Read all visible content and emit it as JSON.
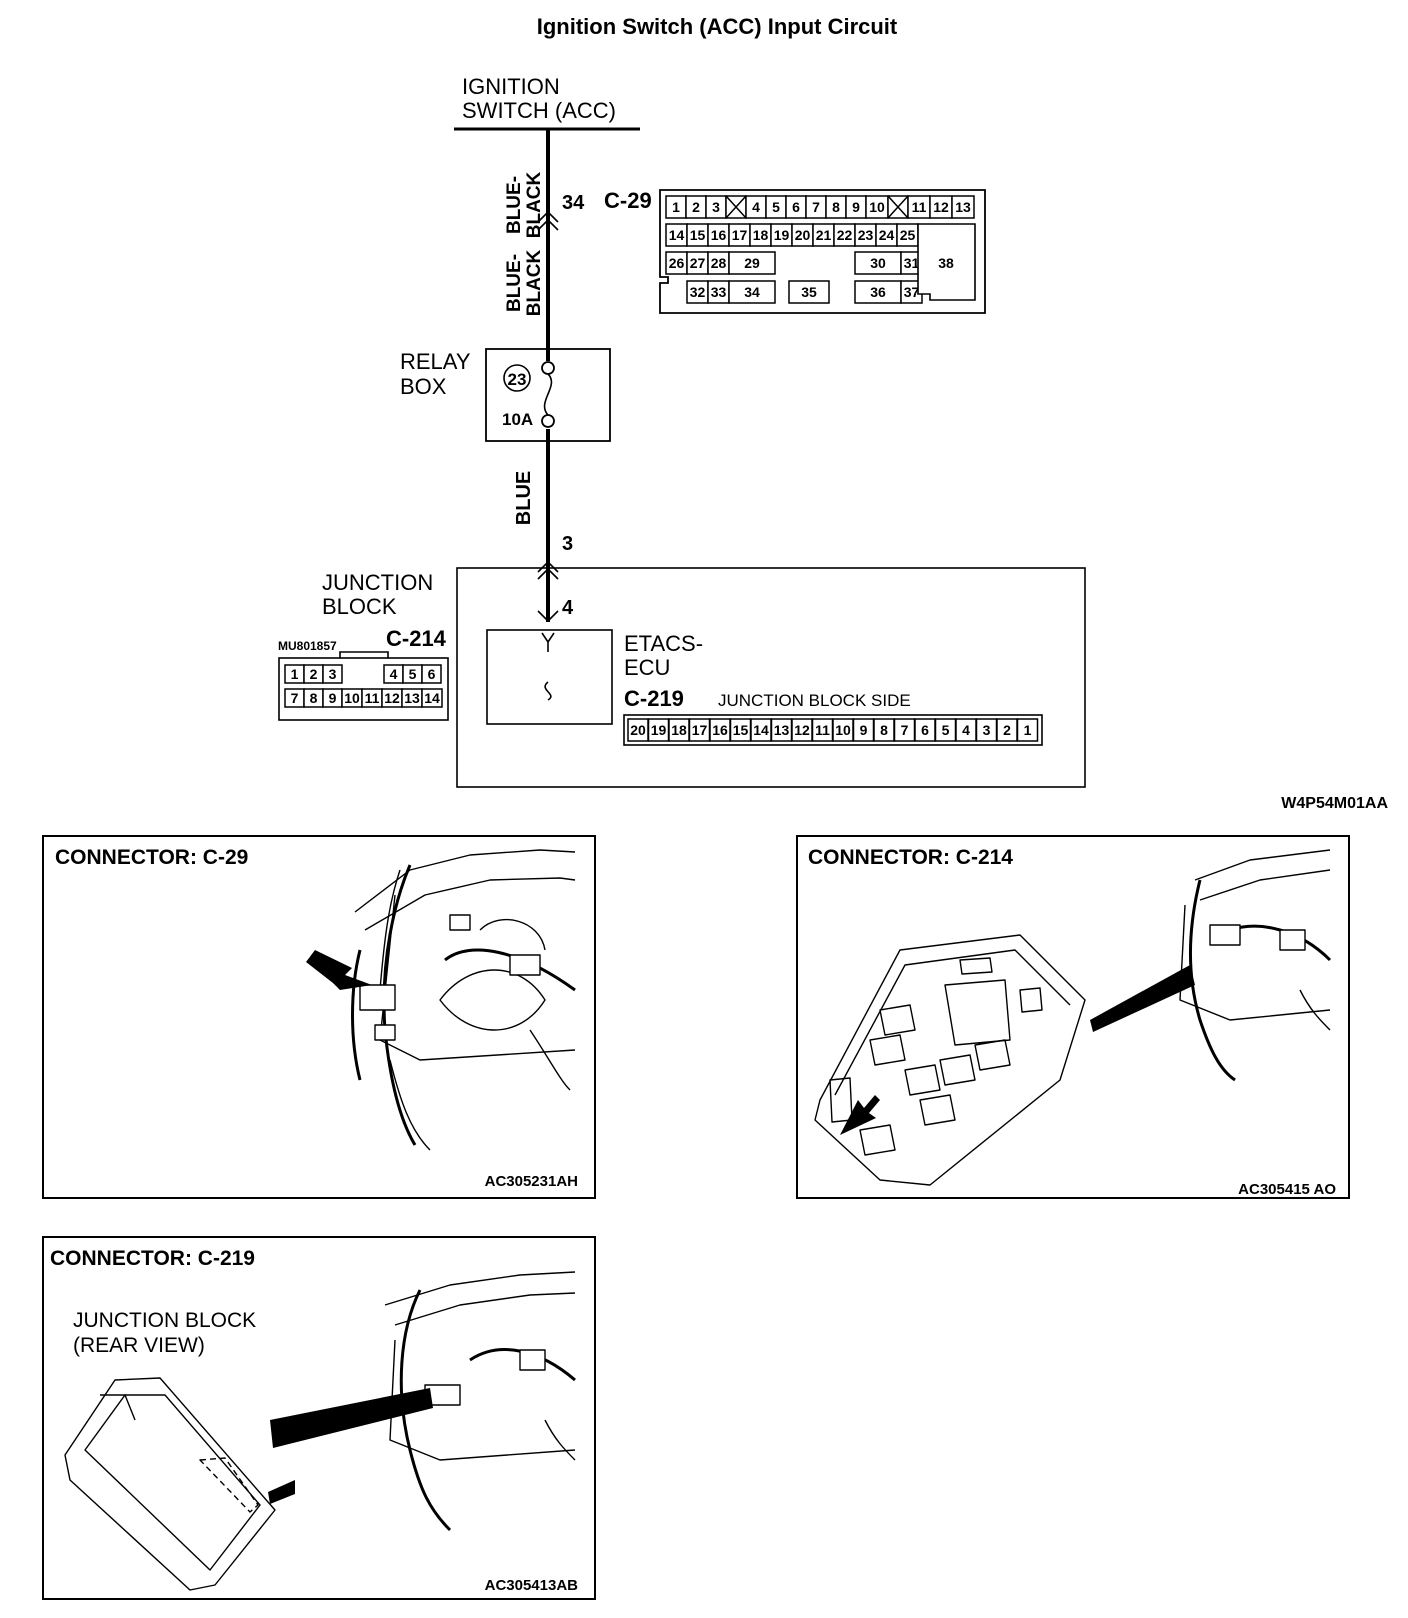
{
  "title": "Ignition Switch (ACC) Input Circuit",
  "ignition_switch": {
    "line1": "IGNITION",
    "line2": "SWITCH (ACC)"
  },
  "wires": {
    "upper1": "BLUE-\nBLACK",
    "upper2": "BLUE-\nBLACK",
    "lower": "BLUE"
  },
  "pins": {
    "c29_pin": "34",
    "jb_in_pin": "3",
    "jb_out_pin": "4"
  },
  "relay_box": {
    "line1": "RELAY",
    "line2": "BOX",
    "fuse_number": "23",
    "fuse_rating": "10A"
  },
  "connector_c29": {
    "id": "C-29",
    "row1": [
      "1",
      "2",
      "3",
      "X",
      "4",
      "5",
      "6",
      "7",
      "8",
      "9",
      "10",
      "X",
      "11",
      "12",
      "13"
    ],
    "row2": [
      "14",
      "15",
      "16",
      "17",
      "18",
      "19",
      "20",
      "21",
      "22",
      "23",
      "24",
      "25"
    ],
    "row3": [
      "26",
      "27",
      "28",
      "29",
      "30",
      "31"
    ],
    "row4": [
      "32",
      "33",
      "34",
      "35",
      "36",
      "37"
    ],
    "big_cell": "38"
  },
  "junction_block": {
    "line1": "JUNCTION",
    "line2": "BLOCK"
  },
  "connector_c214": {
    "id": "C-214",
    "part_no": "MU801857",
    "row1": [
      "1",
      "2",
      "3",
      "4",
      "5",
      "6"
    ],
    "row2": [
      "7",
      "8",
      "9",
      "10",
      "11",
      "12",
      "13",
      "14"
    ]
  },
  "etacs_ecu": {
    "line1": "ETACS-",
    "line2": "ECU",
    "connector_id": "C-219",
    "side_label": "JUNCTION BLOCK SIDE",
    "pins": [
      "20",
      "19",
      "18",
      "17",
      "16",
      "15",
      "14",
      "13",
      "12",
      "11",
      "10",
      "9",
      "8",
      "7",
      "6",
      "5",
      "4",
      "3",
      "2",
      "1"
    ]
  },
  "diagram_code": "W4P54M01AA",
  "panels": [
    {
      "title": "CONNECTOR: C-29",
      "code": "AC305231AH"
    },
    {
      "title": "CONNECTOR: C-214",
      "code": "AC305415 AO"
    },
    {
      "title": "CONNECTOR: C-219",
      "code": "AC305413AB",
      "sublabel1": "JUNCTION BLOCK",
      "sublabel2": "(REAR VIEW)"
    }
  ]
}
